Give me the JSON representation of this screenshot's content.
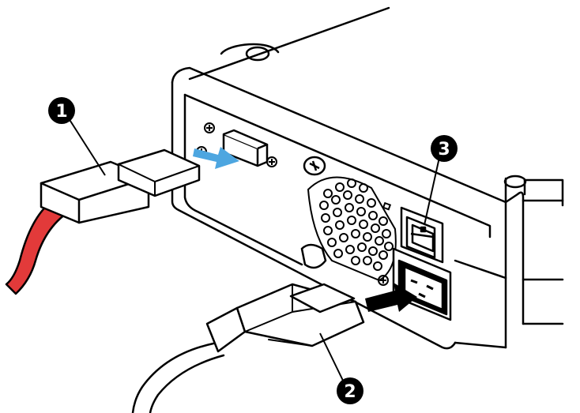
{
  "callouts": [
    {
      "number": "1"
    },
    {
      "number": "2"
    },
    {
      "number": "3"
    }
  ],
  "colors": {
    "line": "#000000",
    "background": "#ffffff",
    "usb_cable": "#e23a3a",
    "usb_arrow": "#4da6e0",
    "power_arrow": "#000000",
    "callout_fill": "#000000",
    "callout_text": "#ffffff"
  },
  "icons": {
    "usb_cable": "usb-cable-icon",
    "power_cable": "power-cable-icon",
    "power_switch": "power-switch-icon",
    "fan_vent": "fan-vent-icon"
  }
}
